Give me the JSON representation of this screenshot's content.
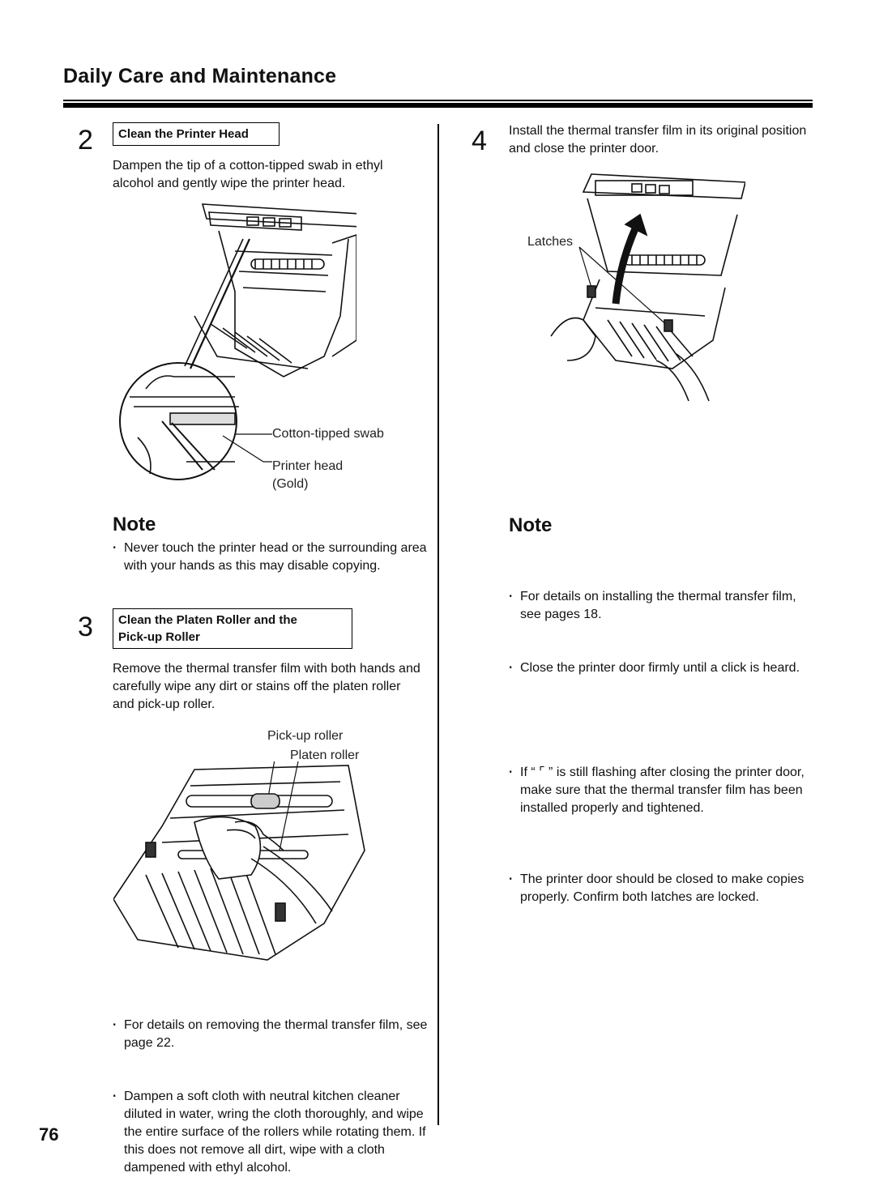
{
  "header": {
    "title": "Daily Care and Maintenance"
  },
  "page_number": "76",
  "left": {
    "step2": {
      "number": "2",
      "heading": "Clean the Printer Head",
      "text": "Dampen the tip of a cotton-tipped swab in ethyl alcohol and gently wipe the printer head.",
      "labels": {
        "swab": "Cotton-tipped swab",
        "head": "Printer head",
        "gold": "(Gold)"
      }
    },
    "note1": {
      "title": "Note",
      "bullets": [
        "Never touch the printer head or the surrounding area with your hands as this may disable copying."
      ]
    },
    "step3": {
      "number": "3",
      "heading_line1": "Clean the Platen Roller and the",
      "heading_line2": "Pick-up Roller",
      "text": "Remove the thermal transfer film with both hands and carefully wipe any dirt or stains off the platen roller and pick-up roller.",
      "labels": {
        "pickup": "Pick-up roller",
        "platen": "Platen roller"
      }
    },
    "bullets3": [
      "For details on removing the thermal transfer film, see page 22.",
      "Dampen a soft cloth with neutral kitchen cleaner diluted in water, wring the cloth thoroughly, and wipe the entire surface of the rollers while rotating them. If this does not remove all dirt, wipe with a cloth dampened with ethyl alcohol."
    ]
  },
  "right": {
    "step4": {
      "number": "4",
      "text": "Install the thermal transfer film in its original position and close the printer door.",
      "labels": {
        "latches": "Latches"
      }
    },
    "bullets4": [
      "For details on installing the thermal transfer film, see pages 18.",
      "Close the printer door firmly until a click is heard."
    ],
    "note2": {
      "title": "Note",
      "bullets": [
        "If “ ⌜ ” is still flashing after closing the printer door, make sure that the thermal transfer film has been installed properly and tightened.",
        "The printer door should be closed to make copies properly. Confirm both latches are locked."
      ]
    }
  }
}
